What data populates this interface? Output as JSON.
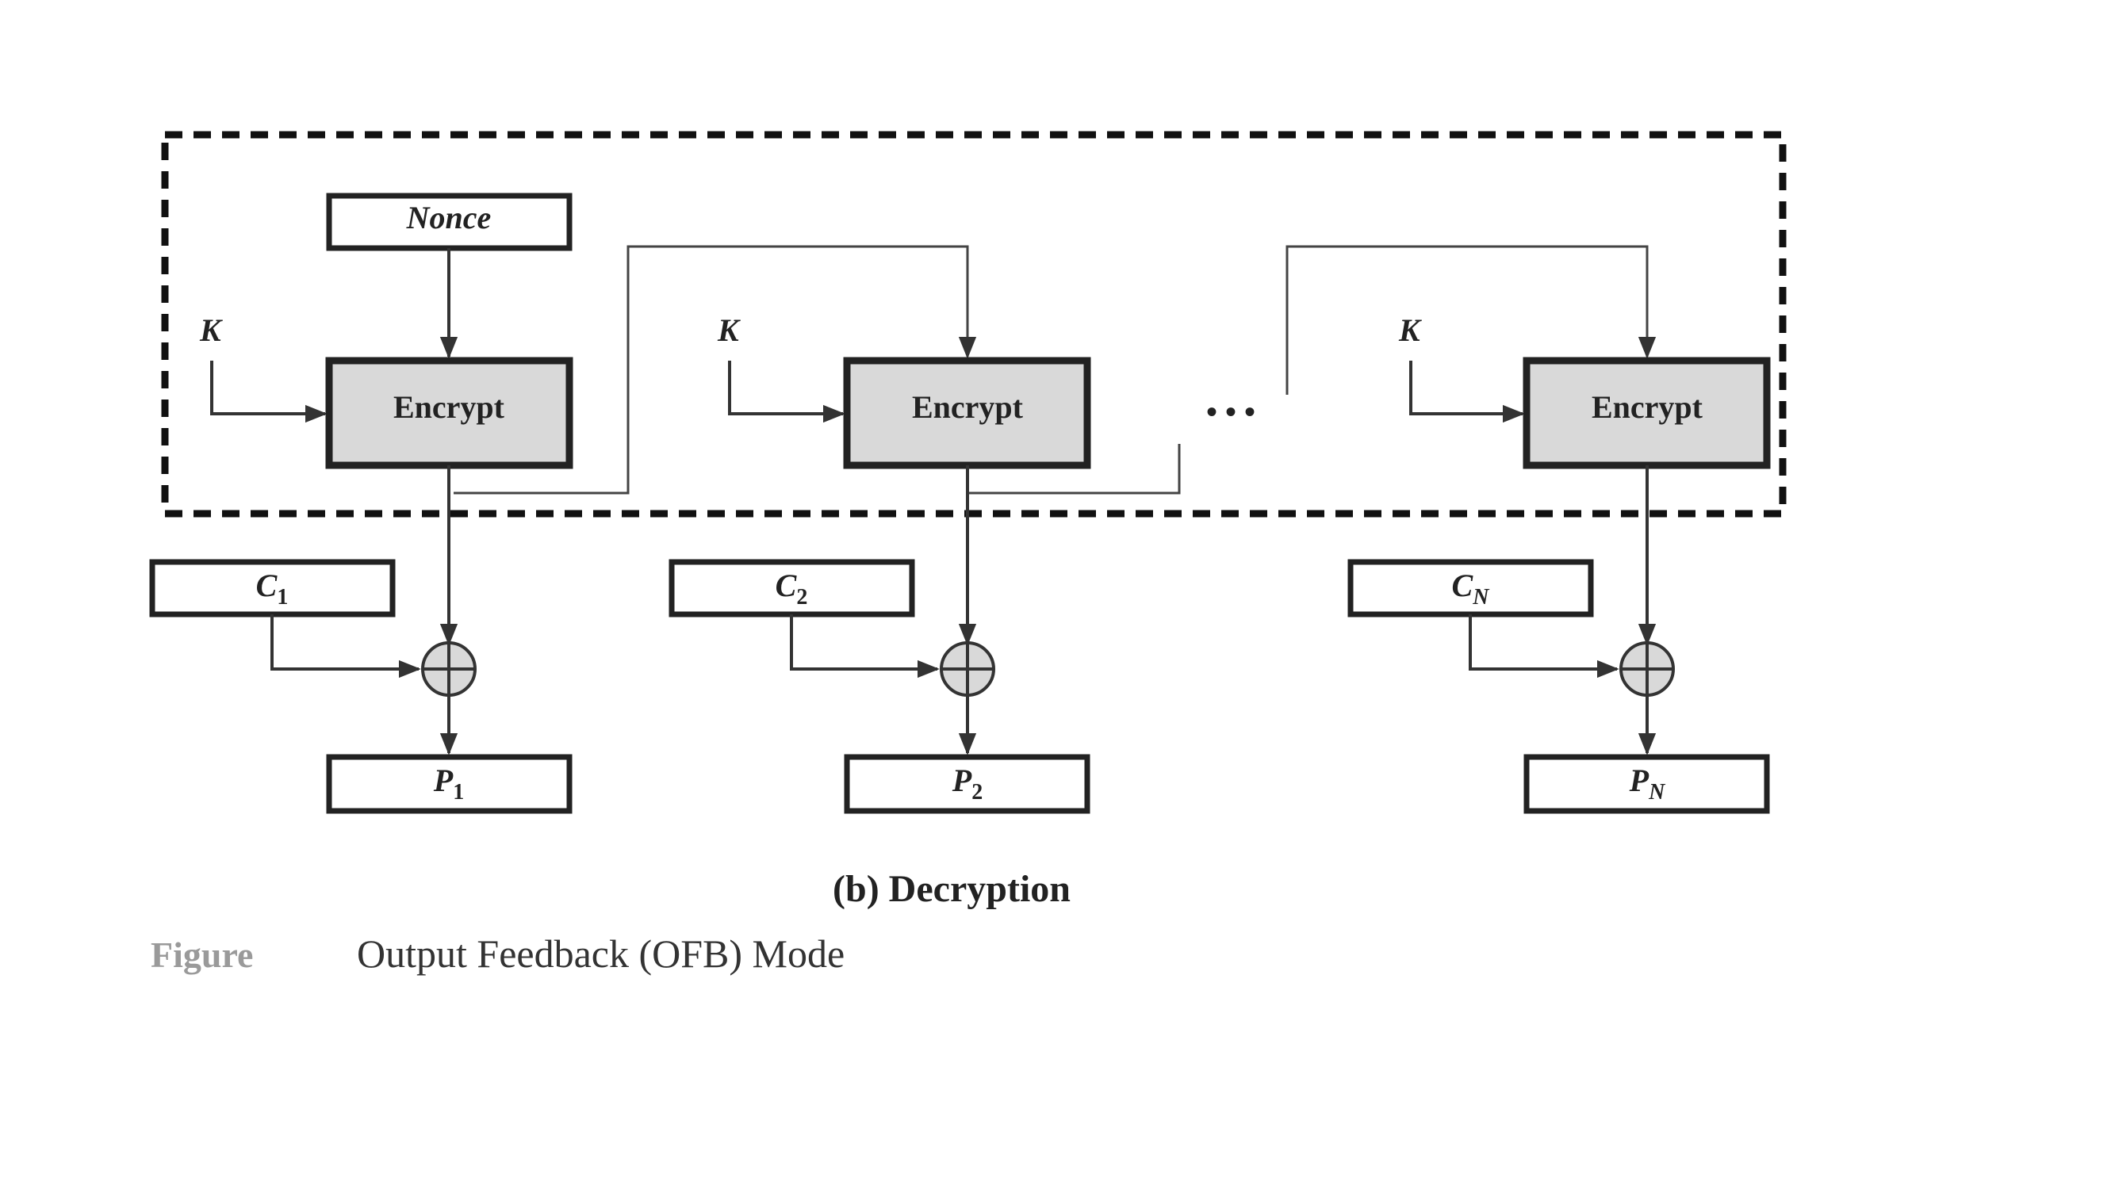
{
  "diagram": {
    "nonce_label": "Nonce",
    "key_label": "K",
    "encrypt_label": "Encrypt",
    "ellipsis": "• • •",
    "stages": [
      {
        "cipher_base": "C",
        "cipher_sub": "1",
        "plain_base": "P",
        "plain_sub": "1"
      },
      {
        "cipher_base": "C",
        "cipher_sub": "2",
        "plain_base": "P",
        "plain_sub": "2"
      },
      {
        "cipher_base": "C",
        "cipher_sub": "N",
        "plain_base": "P",
        "plain_sub": "N"
      }
    ],
    "subcaption": "(b) Decryption",
    "figure_label": "Figure",
    "figure_title": "Output Feedback (OFB) Mode"
  }
}
